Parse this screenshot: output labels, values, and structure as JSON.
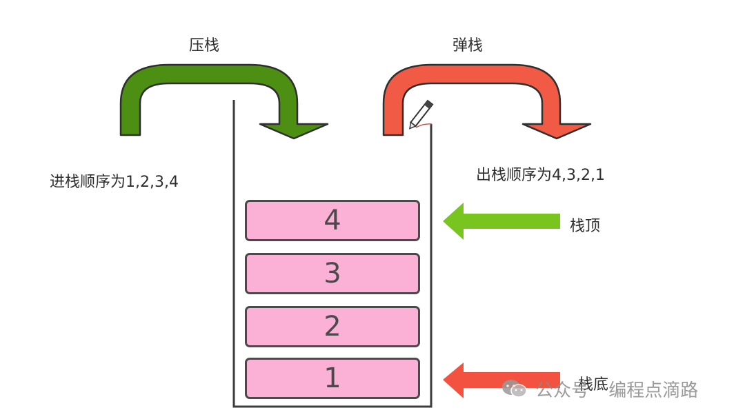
{
  "labels": {
    "push": "压栈",
    "pop": "弹栈",
    "push_order": "进栈顺序为1,2,3,4",
    "pop_order": "出栈顺序为4,3,2,1",
    "top": "栈顶",
    "bottom": "栈底"
  },
  "stack_items": [
    "4",
    "3",
    "2",
    "1"
  ],
  "watermark": {
    "prefix": "公众号",
    "name": "编程点滴路",
    "icon": "wechat-icon"
  },
  "colors": {
    "push_arrow": "#4c8f12",
    "pop_arrow": "#f15a45",
    "top_arrow": "#79c51f",
    "bottom_arrow": "#f2523f",
    "block_fill": "#fbb0d6",
    "outline": "#4a4a4a"
  }
}
